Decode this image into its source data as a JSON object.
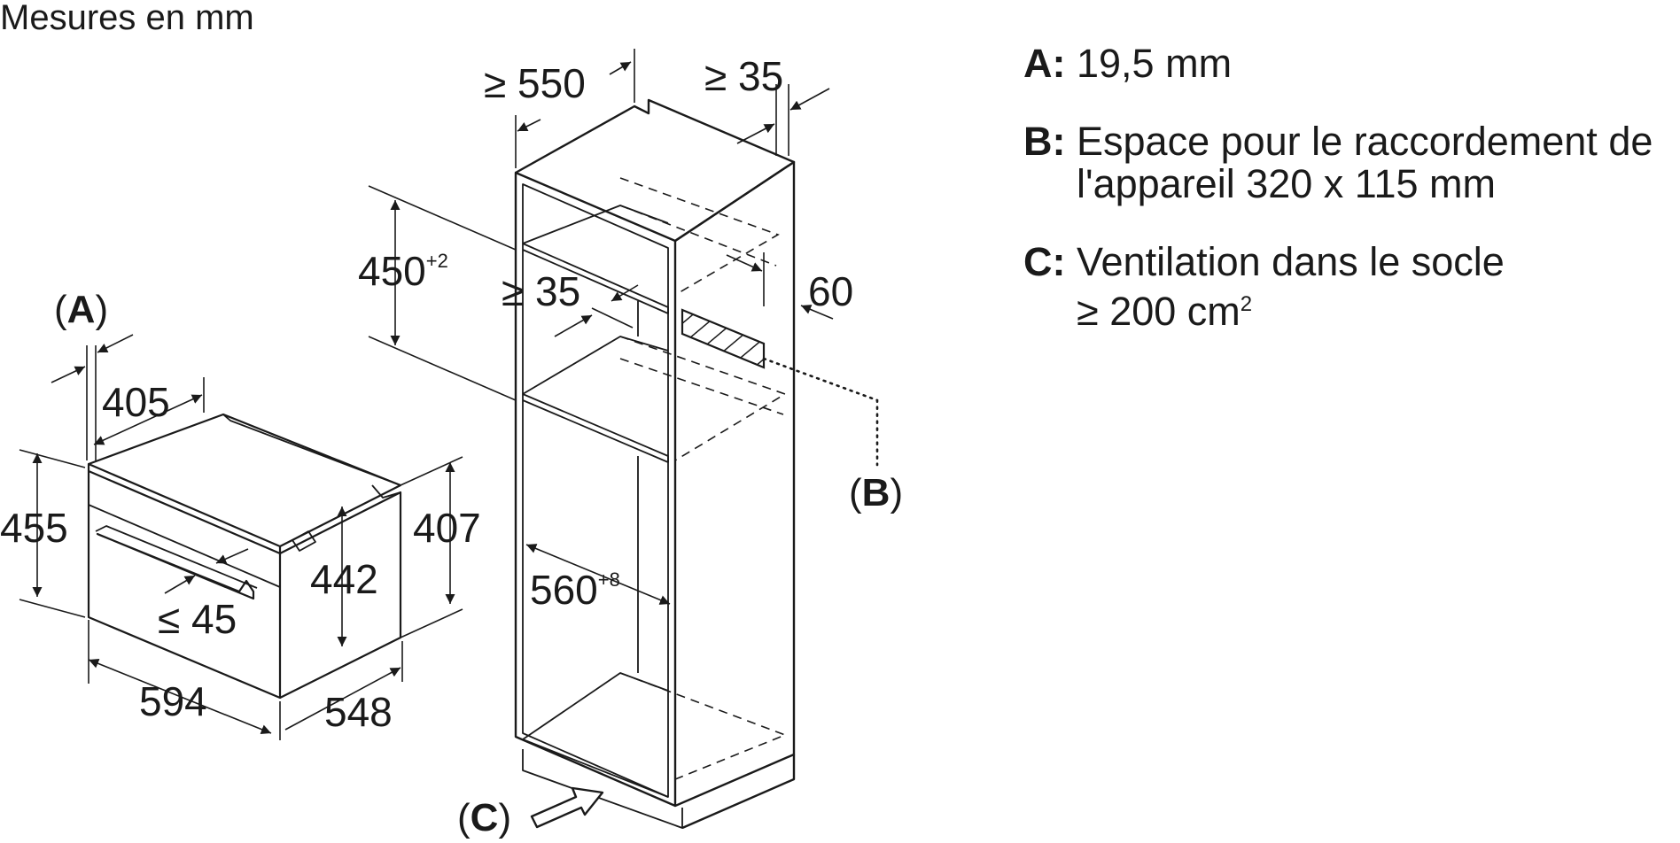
{
  "header": {
    "title": "Mesures en mm"
  },
  "oven": {
    "depth_total": "405",
    "front_panel_label": "(A)",
    "height_total": "455",
    "height_body": "442",
    "height_rear": "407",
    "width": "594",
    "depth_body": "548",
    "handle_gap": "≤ 45"
  },
  "cabinet": {
    "min_depth": "≥ 550",
    "rear_gap_top": "≥ 35",
    "niche_height_value": "450",
    "niche_height_tolerance": "+2",
    "inner_gap": "≥ 35",
    "connection_offset": "60",
    "niche_width_value": "560",
    "niche_width_tolerance": "+8",
    "callout_b": "B",
    "callout_c": "C"
  },
  "legend": [
    {
      "key": "A:",
      "text": "19,5 mm"
    },
    {
      "key": "B:",
      "text": "Espace pour le raccordement de\nl'appareil 320 x 115 mm"
    },
    {
      "key": "C:",
      "text": "Ventilation dans le socle\n≥ 200 cm",
      "sup": "2"
    }
  ],
  "colors": {
    "line": "#1a1a1a",
    "background": "#ffffff"
  }
}
